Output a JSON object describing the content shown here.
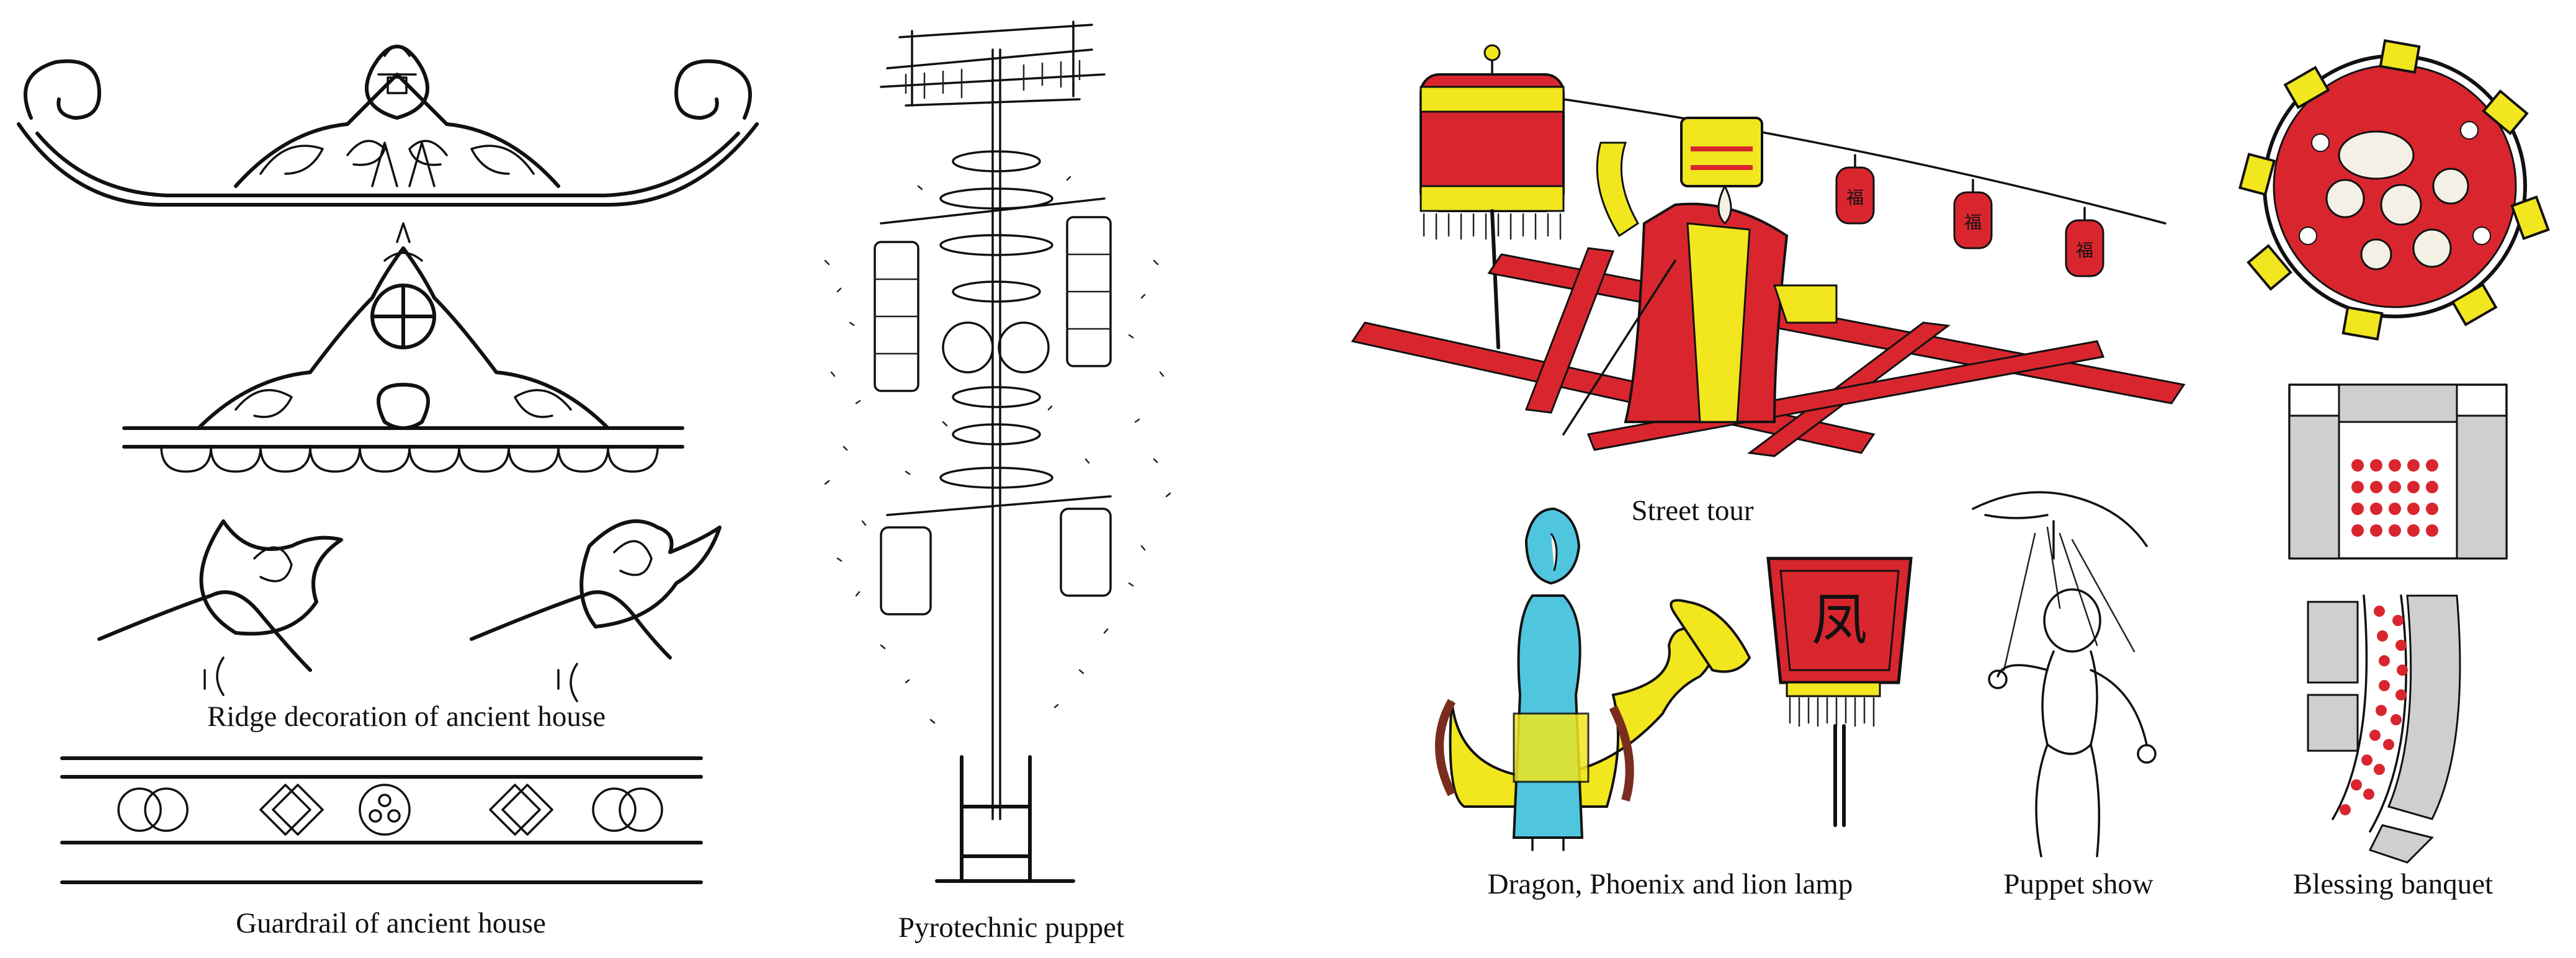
{
  "captions": {
    "ridge": "Ridge decoration of ancient house",
    "guardrail": "Guardrail of ancient house",
    "pyro": "Pyrotechnic puppet",
    "street": "Street tour",
    "dragon": "Dragon, Phoenix and lion lamp",
    "puppet": "Puppet show",
    "banquet": "Blessing banquet"
  },
  "glyphs": {
    "lantern_char": "福",
    "lamp_char": "凤"
  },
  "colors": {
    "ink": "#111111",
    "red": "#d9262e",
    "yellow": "#f2e61f",
    "cyan": "#4fc6de",
    "brown": "#7a2c1e"
  }
}
